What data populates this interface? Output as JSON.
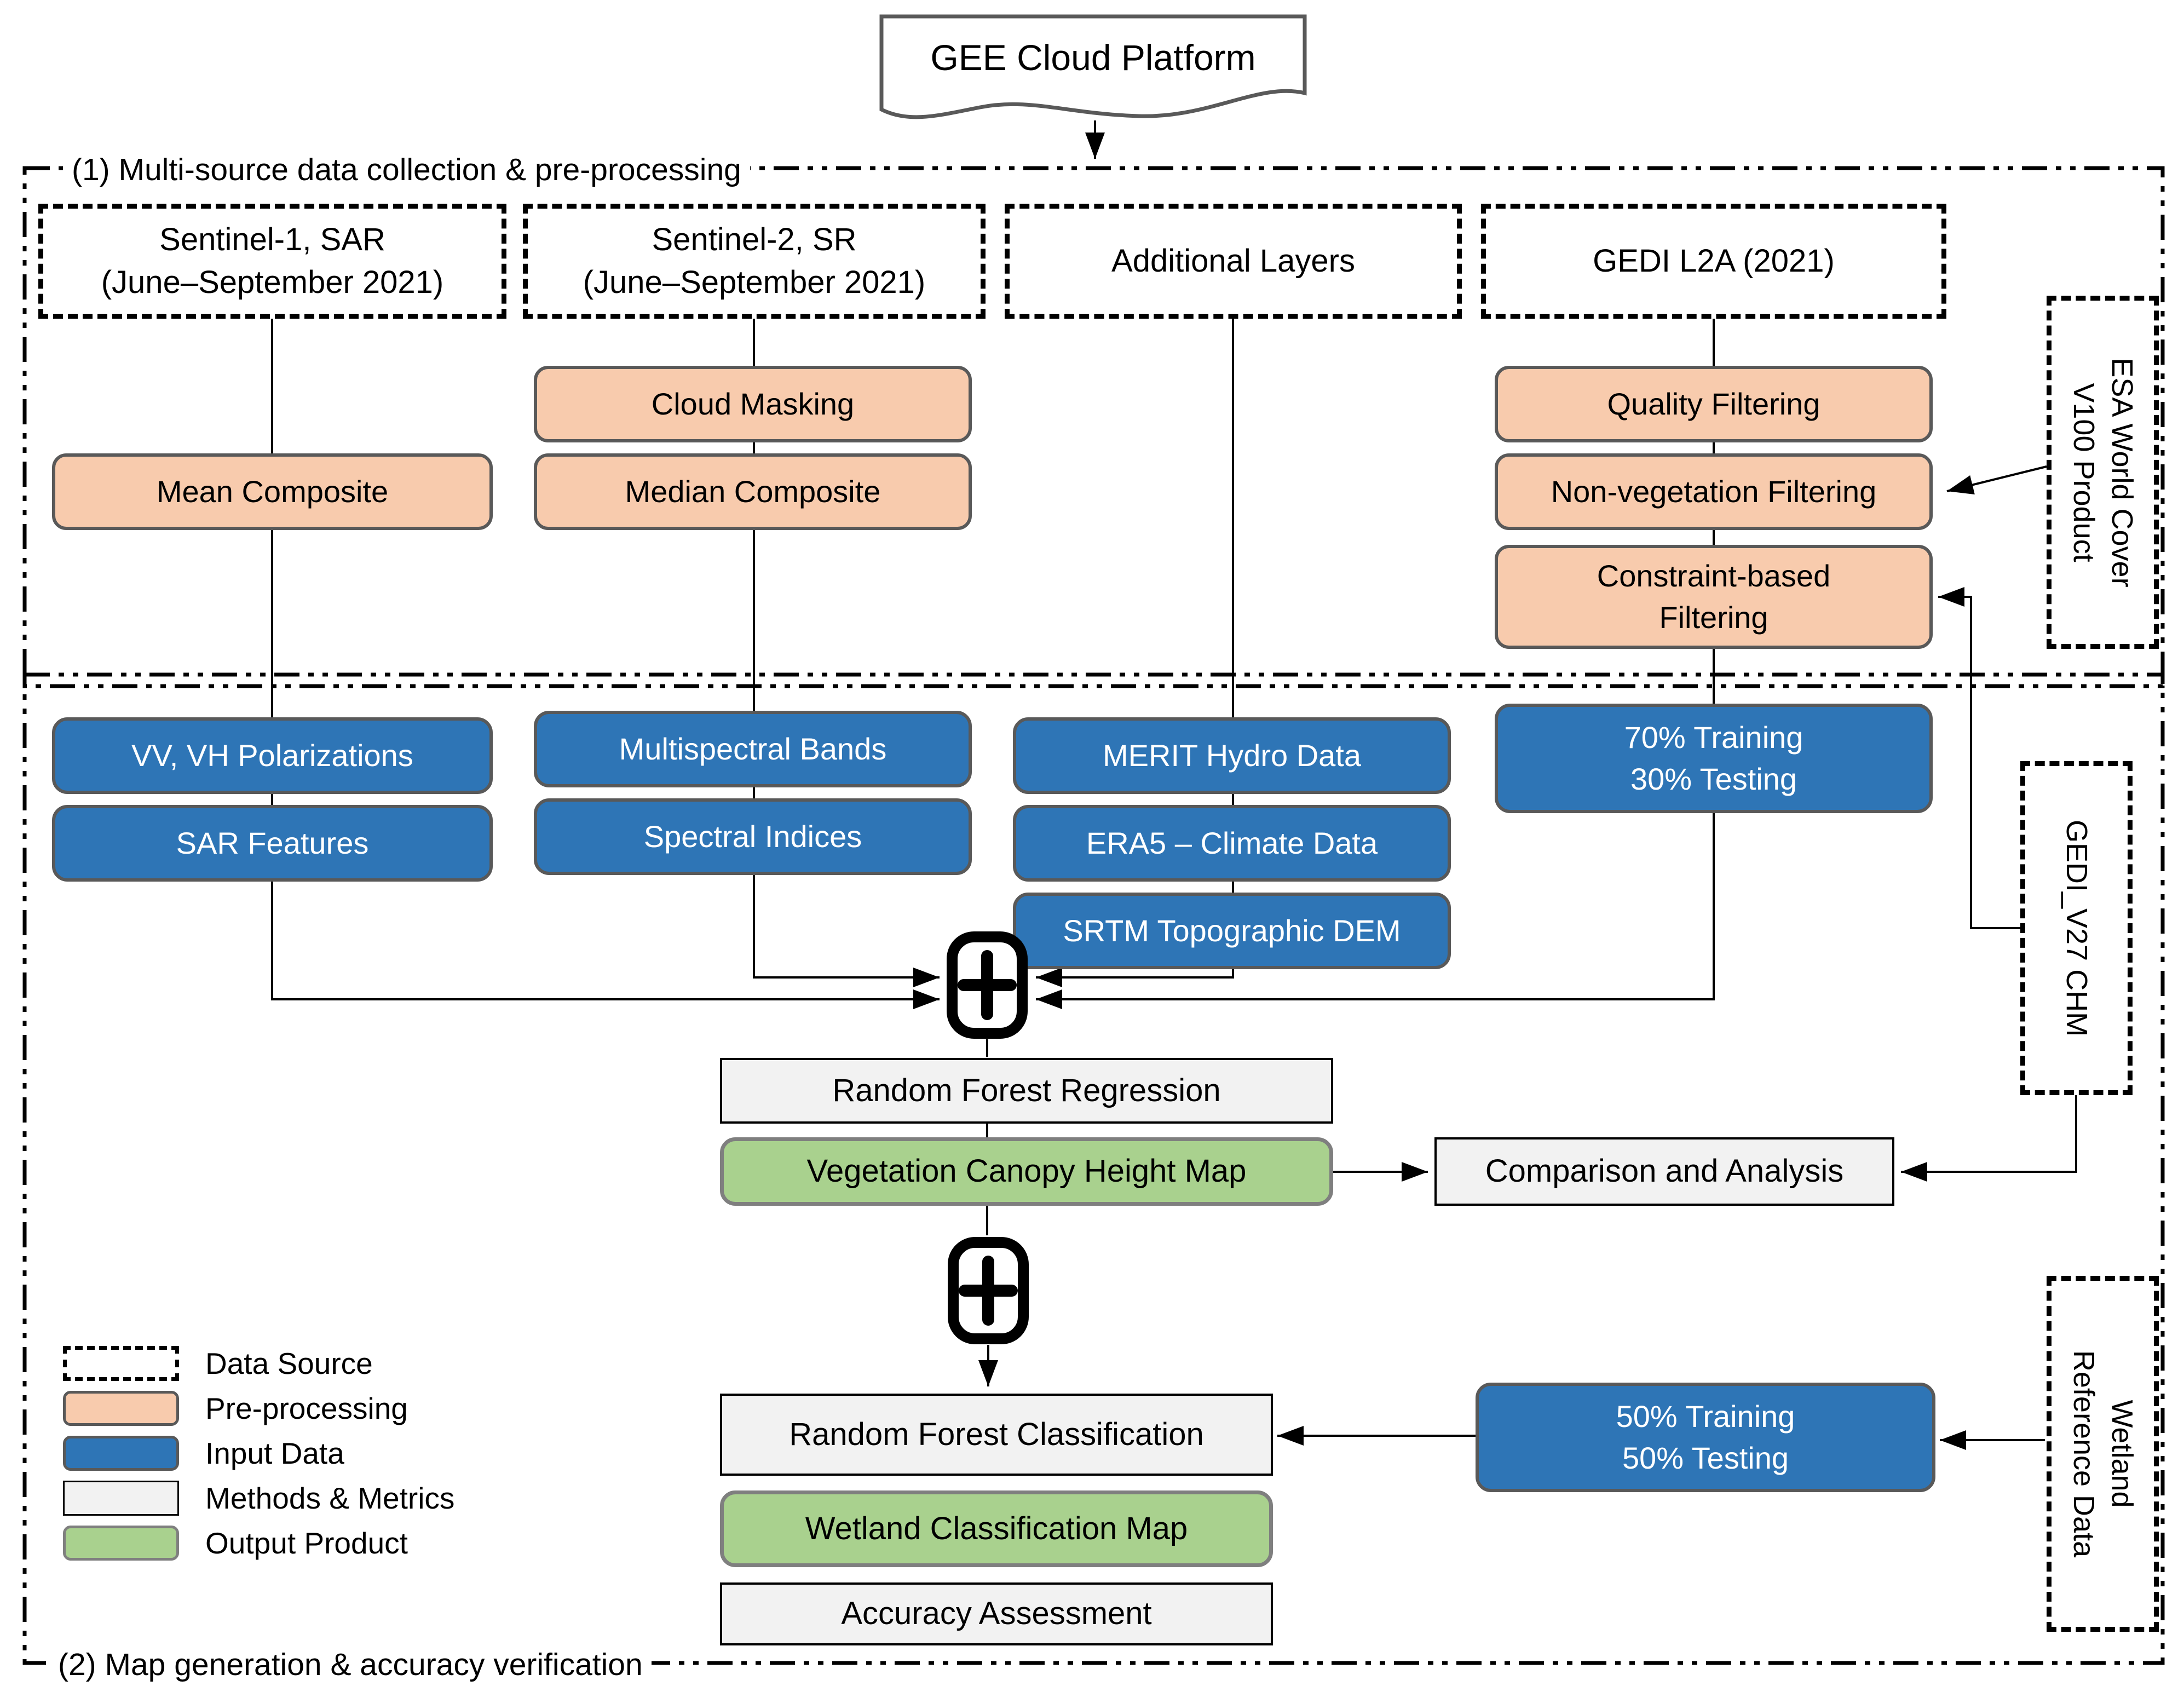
{
  "header": {
    "platform_label": "GEE Cloud Platform"
  },
  "sections": {
    "s1_label": "(1) Multi-source data collection & pre-processing",
    "s2_label": "(2) Map generation & accuracy verification"
  },
  "sources": {
    "sentinel1": {
      "line1": "Sentinel-1, SAR",
      "line2": "(June–September 2021)"
    },
    "sentinel2": {
      "line1": "Sentinel-2, SR",
      "line2": "(June–September 2021)"
    },
    "additional_layers": {
      "line1": "Additional Layers"
    },
    "gedi": {
      "line1": "GEDI L2A (2021)"
    },
    "esa_worldcover": {
      "line1": "ESA World Cover",
      "line2": "V100 Product"
    },
    "gedi_chm": {
      "line1": "GEDI_V27 CHM"
    },
    "wetland_reference": {
      "line1": "Wetland",
      "line2": "Reference Data"
    }
  },
  "preprocessing": {
    "cloud_masking": "Cloud Masking",
    "mean_composite": "Mean Composite",
    "median_composite": "Median Composite",
    "quality_filtering": "Quality Filtering",
    "nonveg_filtering": "Non-vegetation Filtering",
    "constraint_filtering": {
      "line1": "Constraint-based",
      "line2": "Filtering"
    }
  },
  "inputs": {
    "vv_vh": "VV, VH Polarizations",
    "sar_features": "SAR Features",
    "multispectral_bands": "Multispectral Bands",
    "spectral_indices": "Spectral Indices",
    "merit_hydro": "MERIT Hydro Data",
    "era5_climate": "ERA5 – Climate Data",
    "srtm_dem": "SRTM Topographic DEM",
    "split_70_30": {
      "line1": "70% Training",
      "line2": "30% Testing"
    },
    "split_50_50": {
      "line1": "50% Training",
      "line2": "50% Testing"
    }
  },
  "methods": {
    "rf_regression": "Random Forest Regression",
    "comparison_analysis": "Comparison and Analysis",
    "rf_classification": "Random Forest Classification",
    "accuracy_assessment": "Accuracy Assessment"
  },
  "outputs": {
    "canopy_height_map": "Vegetation Canopy Height Map",
    "wetland_classification_map": "Wetland Classification Map"
  },
  "legend": {
    "items": [
      {
        "swatch": "data-source-swatch",
        "label": "Data Source"
      },
      {
        "swatch": "pre-processing-swatch",
        "label": "Pre-processing"
      },
      {
        "swatch": "input-data-swatch",
        "label": "Input Data"
      },
      {
        "swatch": "methods-metrics-swatch",
        "label": "Methods & Metrics"
      },
      {
        "swatch": "output-product-swatch",
        "label": "Output Product"
      }
    ]
  },
  "icons": {
    "merge": "plus-merge-icon"
  },
  "colors": {
    "preprocessing_fill": "#F8CBAD",
    "input_fill": "#2E75B6",
    "methods_fill": "#F2F2F2",
    "output_fill": "#A9D18E",
    "border_gray": "#595959",
    "line_black": "#000000"
  }
}
